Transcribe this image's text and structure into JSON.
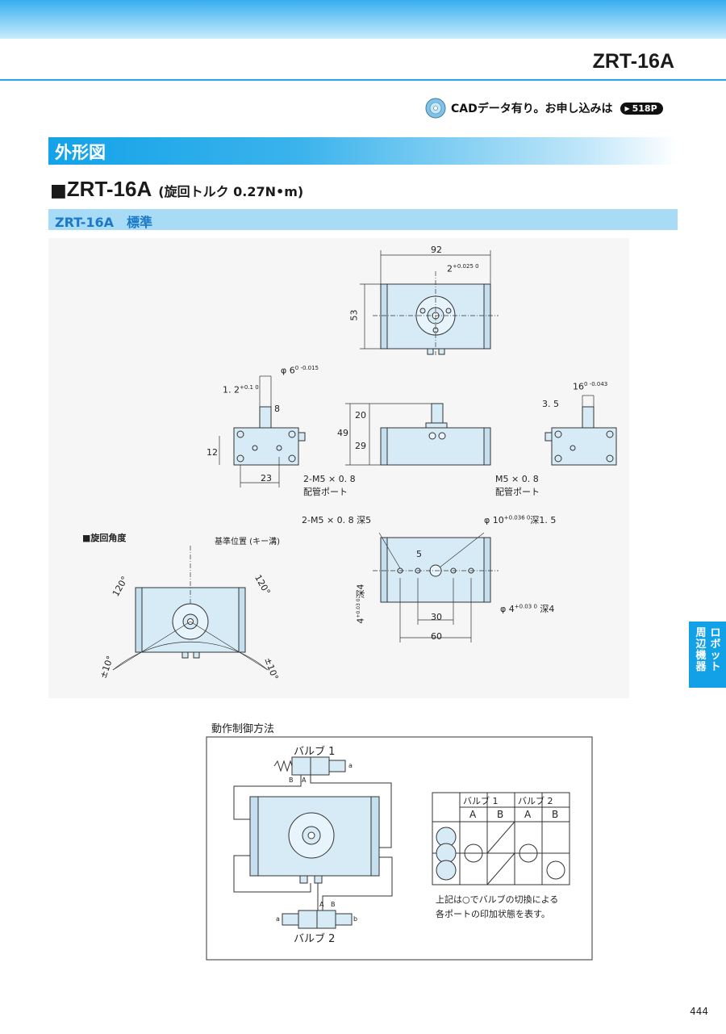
{
  "header": {
    "model": "ZRT-16A"
  },
  "cad": {
    "text": "CADデータ有り。お申し込みは",
    "page_ref": "518P"
  },
  "section": {
    "title": "外形図"
  },
  "heading": {
    "square": "■",
    "model": "ZRT-16A",
    "torque": "(旋回トルク 0.27N•m)"
  },
  "subheading": {
    "text": "ZRT-16A　標準"
  },
  "dims": {
    "d92": "92",
    "d2": "2",
    "d2tol": "+0.025 0",
    "d53": "53",
    "d6": "φ 6",
    "d6tol": "0 -0.015",
    "d12": "1. 2",
    "d12tol": "+0.1 0",
    "d8": "8",
    "d20": "20",
    "d49": "49",
    "d29": "29",
    "d12b": "12",
    "d23": "23",
    "d16": "16",
    "d16tol": "0 -0.043",
    "d35": "3. 5",
    "port1": "2-M5 × 0. 8",
    "port1b": "配管ポート",
    "port2": "M5 × 0. 8",
    "port2b": "配管ポート",
    "hole1": "2-M5 × 0. 8 深5",
    "hole2": "φ 10",
    "hole2tol": "+0.036 0",
    "hole2b": "深1. 5",
    "d5": "5",
    "d4": "4",
    "d4tol": "+0.03 0",
    "deep4": "深4",
    "phi4": "φ 4",
    "phi4tol": "+0.03 0",
    "phi4b": "深4",
    "d30": "30",
    "d60": "60"
  },
  "rotation": {
    "title": "■旋回角度",
    "ref": "基準位置 (キー溝)",
    "a1": "120°",
    "a2": "120°",
    "a3": "±10°",
    "a4": "±10°"
  },
  "operation": {
    "title": "動作制御方法",
    "valve1": "バルブ 1",
    "valve2": "バルブ 2",
    "v1_B": "B",
    "v1_A": "A",
    "v1_a": "a",
    "v2_A": "A",
    "v2_B": "B",
    "v2_a": "a",
    "v2_b": "b",
    "table": {
      "headers": [
        "バルブ 1",
        "バルブ 2"
      ],
      "sub": [
        "A",
        "B",
        "A",
        "B"
      ]
    },
    "note1": "上記は○でバルブの切換による",
    "note2": "各ポートの印加状態を表す。"
  },
  "side_tab": {
    "col1": "ロボット",
    "col2": "周辺機器"
  },
  "page_number": "444"
}
